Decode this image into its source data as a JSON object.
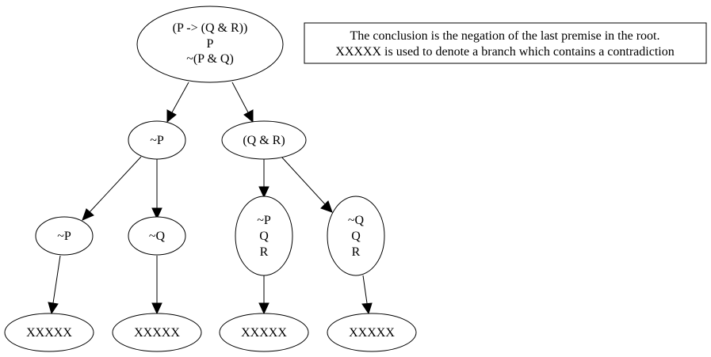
{
  "note": {
    "lines": [
      "The conclusion is the negation of the last premise in the root.",
      "XXXXX is used to denote a branch which contains a contradiction"
    ]
  },
  "nodes": {
    "root": [
      "(P -> (Q & R))",
      "P",
      "~(P & Q)"
    ],
    "left": [
      "~P"
    ],
    "right": [
      "(Q & R)"
    ],
    "ll": [
      "~P"
    ],
    "lr": [
      "~Q"
    ],
    "rl": [
      "~P",
      "Q",
      "R"
    ],
    "rr": [
      "~Q",
      "Q",
      "R"
    ],
    "x1": [
      "XXXXX"
    ],
    "x2": [
      "XXXXX"
    ],
    "x3": [
      "XXXXX"
    ],
    "x4": [
      "XXXXX"
    ]
  }
}
